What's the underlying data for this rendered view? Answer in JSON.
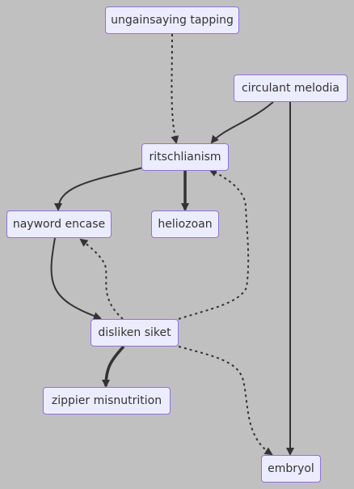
{
  "diagram": {
    "nodes": [
      {
        "id": "ungainsaying",
        "label": "ungainsaying tapping"
      },
      {
        "id": "circulant",
        "label": "circulant melodia"
      },
      {
        "id": "ritschlianism",
        "label": "ritschlianism"
      },
      {
        "id": "nayword",
        "label": "nayword encase"
      },
      {
        "id": "heliozoan",
        "label": "heliozoan"
      },
      {
        "id": "disliken",
        "label": "disliken siket"
      },
      {
        "id": "zippier",
        "label": "zippier misnutrition"
      },
      {
        "id": "embryol",
        "label": "embryol"
      }
    ],
    "edges": [
      {
        "from": "ungainsaying",
        "to": "ritschlianism",
        "style": "dotted"
      },
      {
        "from": "circulant",
        "to": "ritschlianism",
        "style": "solid"
      },
      {
        "from": "circulant",
        "to": "embryol",
        "style": "solid"
      },
      {
        "from": "ritschlianism",
        "to": "nayword",
        "style": "solid"
      },
      {
        "from": "ritschlianism",
        "to": "heliozoan",
        "style": "thick"
      },
      {
        "from": "nayword",
        "to": "disliken",
        "style": "solid"
      },
      {
        "from": "disliken",
        "to": "nayword",
        "style": "dotted"
      },
      {
        "from": "disliken",
        "to": "ritschlianism",
        "style": "dotted"
      },
      {
        "from": "disliken",
        "to": "zippier",
        "style": "thick"
      },
      {
        "from": "disliken",
        "to": "embryol",
        "style": "dotted"
      }
    ]
  },
  "colors": {
    "background": "#c0c0c0",
    "node_fill": "#ececff",
    "node_border": "#9370db",
    "edge": "#333333",
    "text": "#333333"
  }
}
